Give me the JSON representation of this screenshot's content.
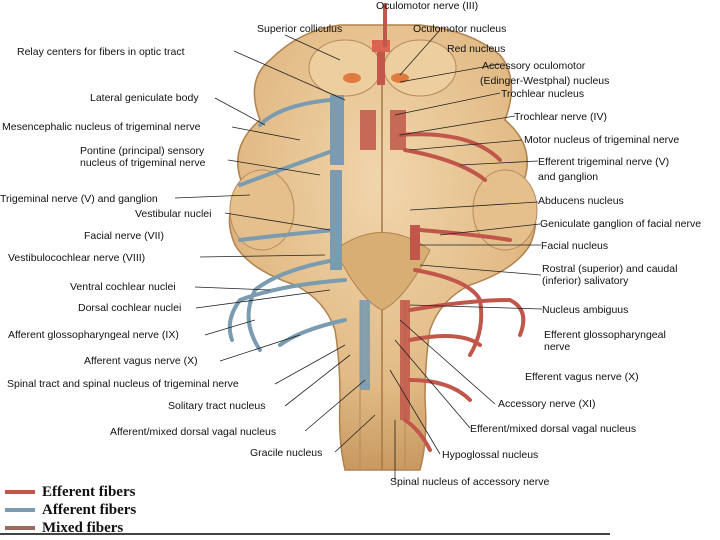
{
  "labels": {
    "oculomotor_nerve": "Oculomotor nerve (III)",
    "superior_colliculus": "Superior colliculus",
    "oculomotor_nucleus": "Oculomotor nucleus",
    "relay_centers": "Relay centers for fibers in optic tract",
    "red_nucleus": "Red nucleus",
    "accessory_oculomotor": "Accessory oculomotor",
    "edinger_westphal": "(Edinger-Westphal) nucleus",
    "trochlear_nucleus": "Trochlear nucleus",
    "lateral_geniculate": "Lateral geniculate body",
    "trochlear_nerve": "Trochlear nerve (IV)",
    "mesencephalic_nucleus": "Mesencephalic nucleus of trigeminal nerve",
    "motor_nucleus_trigeminal": "Motor nucleus of trigeminal nerve",
    "pontine_sensory": "Pontine (principal) sensory nucleus of trigeminal nerve",
    "efferent_trigeminal": "Efferent trigeminal nerve (V)",
    "and_ganglion": "and ganglion",
    "trigeminal_ganglion": "Trigeminal nerve (V) and ganglion",
    "abducens_nucleus": "Abducens nucleus",
    "vestibular_nuclei": "Vestibular nuclei",
    "geniculate_ganglion": "Geniculate ganglion of facial nerve",
    "facial_nerve": "Facial nerve (VII)",
    "facial_nucleus": "Facial nucleus",
    "vestibulocochlear_nerve": "Vestibulocochlear nerve (VIII)",
    "salivatory": "Rostral (superior) and caudal (inferior) salivatory",
    "ventral_cochlear": "Ventral cochlear nuclei",
    "dorsal_cochlear": "Dorsal cochlear nuclei",
    "nucleus_ambiguus": "Nucleus ambiguus",
    "afferent_glossopharyngeal": "Afferent glossopharyngeal nerve (IX)",
    "efferent_glossopharyngeal": "Efferent glossopharyngeal nerve",
    "afferent_vagus": "Afferent vagus nerve (X)",
    "efferent_vagus": "Efferent vagus nerve (X)",
    "spinal_tract_trigeminal": "Spinal tract and spinal nucleus of trigeminal nerve",
    "accessory_nerve": "Accessory nerve (XI)",
    "solitary_tract": "Solitary tract nucleus",
    "afferent_mixed_left": "Afferent/mixed dorsal vagal nucleus",
    "afferent_mixed_right": "Efferent/mixed dorsal vagal nucleus",
    "gracile_nucleus": "Gracile nucleus",
    "hypoglossal_nucleus": "Hypoglossal nucleus",
    "spinal_accessory": "Spinal nucleus of accessory nerve"
  },
  "legend": [
    {
      "label": "Efferent fibers",
      "color": "#c0574a"
    },
    {
      "label": "Afferent fibers",
      "color": "#7a9bb0"
    },
    {
      "label": "Mixed fibers",
      "color": "#9c6a5e"
    }
  ],
  "colors": {
    "brainstem": "#e8c79a",
    "brainstem_shadow": "#c9995f",
    "efferent": "#c0574a",
    "afferent": "#7a9bb0",
    "nucleus_orange": "#e07a3e"
  }
}
